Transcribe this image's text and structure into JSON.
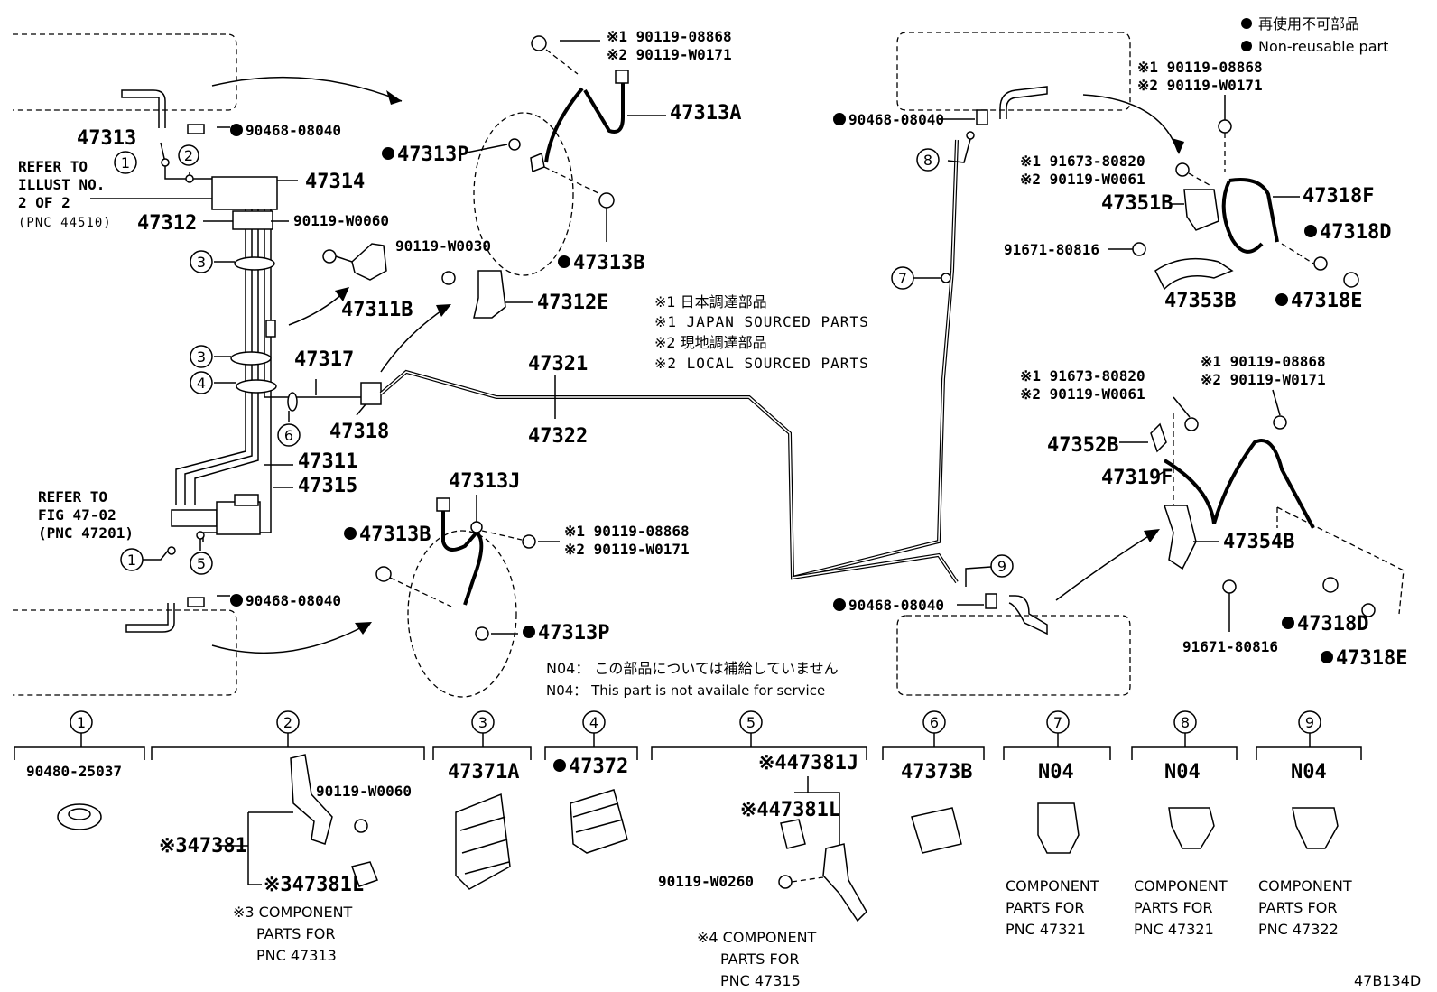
{
  "legend": {
    "non_reusable_ja": "再使用不可部品",
    "non_reusable_en": "Non-reusable part"
  },
  "sourcing_notes": {
    "n1_ja": "※1 日本調達部品",
    "n1_en": "※1 JAPAN SOURCED PARTS",
    "n2_ja": "※2 現地調達部品",
    "n2_en": "※2 LOCAL SOURCED PARTS"
  },
  "n04_note": {
    "ja": "N04： この部品については補給していません",
    "en": "N04： This part is not availale for service"
  },
  "refer_notes": {
    "illust_l1": "REFER TO",
    "illust_l2": "ILLUST NO.",
    "illust_l3": "2 OF 2",
    "illust_l4": "(PNC 44510)",
    "fig_l1": "REFER TO",
    "fig_l2": "FIG 47-02",
    "fig_l3": "(PNC 47201)"
  },
  "labels": {
    "p47313": "47313",
    "p90468_a": "90468-08040",
    "p47314": "47314",
    "p47312": "47312",
    "p90119_w0060_a": "90119-W0060",
    "p47311B": "47311B",
    "p90119_w0030": "90119-W0030",
    "p47312E": "47312E",
    "p47317": "47317",
    "p47318": "47318",
    "p47311": "47311",
    "p47315": "47315",
    "p90468_b": "90468-08040",
    "p47313A": "47313A",
    "p47313P_a": "47313P",
    "p47313B_a": "47313B",
    "n1_top": "※1 90119-08868",
    "n2_top": "※2 90119-W0171",
    "p47321": "47321",
    "p47322": "47322",
    "p47313J": "47313J",
    "p47313B_b": "47313B",
    "n1_mid": "※1 90119-08868",
    "n2_mid": "※2 90119-W0171",
    "p47313P_b": "47313P",
    "p90468_c": "90468-08040",
    "p90468_d": "90468-08040",
    "n1_rt": "※1 90119-08868",
    "n2_rt": "※2 90119-W0171",
    "n1_rt2": "※1 91673-80820",
    "n2_rt2": "※2 90119-W0061",
    "p47318F": "47318F",
    "p47351B": "47351B",
    "p47318D_a": "47318D",
    "p91671_a": "91671-80816",
    "p47353B": "47353B",
    "p47318E_a": "47318E",
    "n1_rb1": "※1 91673-80820",
    "n2_rb1": "※2 90119-W0061",
    "n1_rb2": "※1 90119-08868",
    "n2_rb2": "※2 90119-W0171",
    "p47352B": "47352B",
    "p47319F": "47319F",
    "p47354B": "47354B",
    "p91671_b": "91671-80816",
    "p47318D_b": "47318D",
    "p47318E_b": "47318E",
    "c1": "1",
    "c2": "2",
    "c3": "3",
    "c4": "4",
    "c5": "5",
    "c6": "6",
    "c7": "7",
    "c8": "8",
    "c9": "9"
  },
  "bottom": {
    "b1_part": "90480-25037",
    "b2_part1": "90119-W0060",
    "b2_part2": "※347381",
    "b2_part3": "※347381L",
    "b2_note1": "※3 COMPONENT",
    "b2_note2": "PARTS FOR",
    "b2_note3": "PNC 47313",
    "b3_part": "47371A",
    "b4_part": "47372",
    "b5_part1": "※447381J",
    "b5_part2": "※447381L",
    "b5_part3": "90119-W0260",
    "b5_note1": "※4 COMPONENT",
    "b5_note2": "PARTS FOR",
    "b5_note3": "PNC 47315",
    "b6_part": "47373B",
    "b7_part": "N04",
    "b7_note1": "COMPONENT",
    "b7_note2": "PARTS FOR",
    "b7_note3": "PNC 47321",
    "b8_part": "N04",
    "b8_note1": "COMPONENT",
    "b8_note2": "PARTS FOR",
    "b8_note3": "PNC 47321",
    "b9_part": "N04",
    "b9_note1": "COMPONENT",
    "b9_note2": "PARTS FOR",
    "b9_note3": "PNC 47322"
  },
  "diagram_code": "47B134D"
}
